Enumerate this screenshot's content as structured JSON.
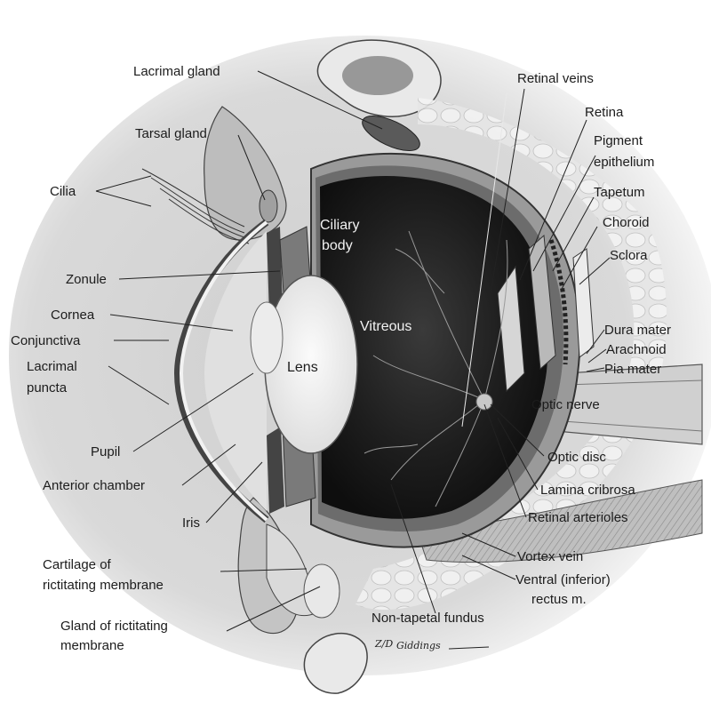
{
  "diagram": {
    "signature": "Giddings",
    "signature_fraction": "Z/D",
    "labels": {
      "lacrimal_gland": "Lacrimal gland",
      "tarsal_gland": "Tarsal gland",
      "cilia": "Cilia",
      "zonule": "Zonule",
      "cornea": "Cornea",
      "conjunctiva": "Conjunctiva",
      "lacrimal_puncta_1": "Lacrimal",
      "lacrimal_puncta_2": "puncta",
      "pupil": "Pupil",
      "anterior_chamber": "Anterior chamber",
      "iris": "Iris",
      "cartilage_1": "Cartilage of",
      "cartilage_2": "rictitating membrane",
      "gland_1": "Gland of rictitating",
      "gland_2": "membrane",
      "retinal_veins": "Retinal veins",
      "retina": "Retina",
      "pigment_1": "Pigment",
      "pigment_2": "epithelium",
      "tapetum": "Tapetum",
      "choroid": "Choroid",
      "sclera": "Sclora",
      "dura_mater": "Dura mater",
      "arachnoid": "Arachnoid",
      "pia_mater": "Pia mater",
      "optic_nerve": "Optic nerve",
      "optic_disc": "Optic disc",
      "lamina_cribrosa": "Lamina cribrosa",
      "retinal_arterioles": "Retinal arterioles",
      "vortex_vein": "Vortex vein",
      "ventral_1": "Ventral (inferior)",
      "ventral_2": "rectus m.",
      "non_tapetal": "Non-tapetal fundus",
      "ciliary_1": "Ciliary",
      "ciliary_2": "body",
      "vitreous": "Vitreous",
      "lens": "Lens"
    }
  }
}
